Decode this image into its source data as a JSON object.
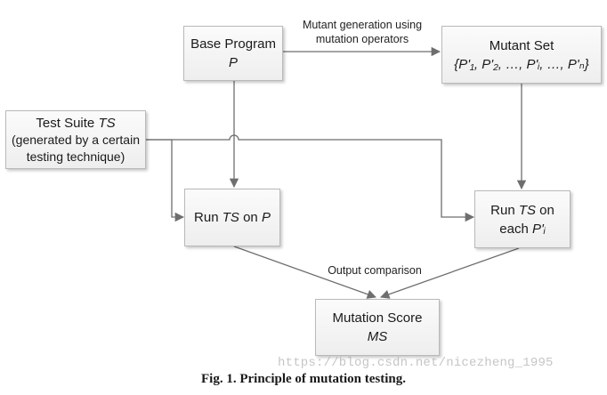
{
  "nodes": {
    "base_program": {
      "title": "Base Program",
      "var": "P"
    },
    "mutant_set": {
      "title": "Mutant Set",
      "set": "{P'₁, P'₂, …, P'ᵢ, …, P'ₙ}"
    },
    "test_suite": {
      "title": "Test Suite",
      "title_var": "TS",
      "line2": "(generated by a certain",
      "line3": "testing technique)"
    },
    "run_ts_p": {
      "pre": "Run ",
      "var1": "TS",
      "mid": " on ",
      "var2": "P"
    },
    "run_ts_each": {
      "pre": "Run ",
      "var1": "TS",
      "post": " on",
      "line2_pre": "each ",
      "line2_var": "P'ᵢ"
    },
    "mutation_score": {
      "title": "Mutation Score",
      "var": "MS"
    }
  },
  "edges": {
    "mutant_generation_line1": "Mutant generation using",
    "mutant_generation_line2": "mutation operators",
    "output_comparison": "Output comparison"
  },
  "caption": {
    "fig": "Fig. 1.",
    "text": "Principle of mutation testing."
  },
  "watermark": "https://blog.csdn.net/nicezheng_1995",
  "colors": {
    "line": "#6e6e6e",
    "box_border": "#b9b9b9",
    "box_fill": "#f2f2f2"
  }
}
